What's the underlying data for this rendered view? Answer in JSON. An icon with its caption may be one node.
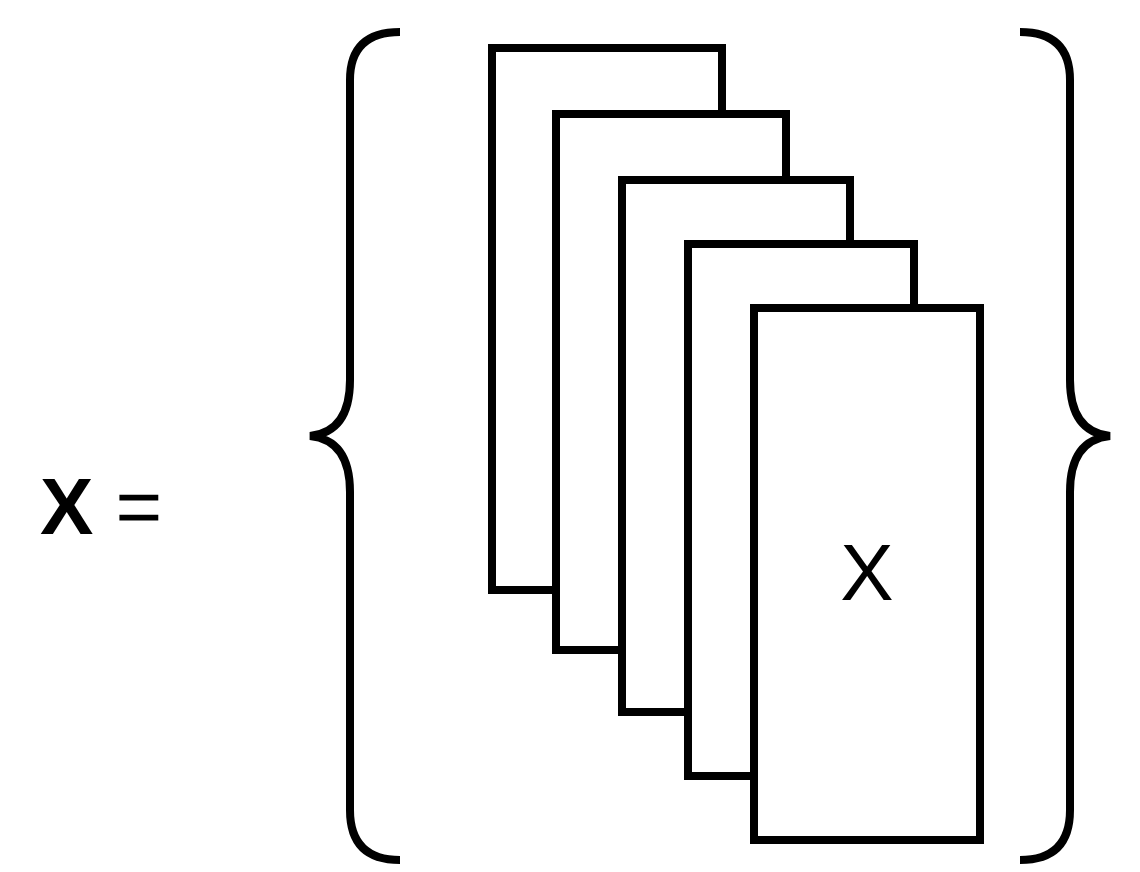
{
  "diagram": {
    "nodes": [
      {
        "text": [],
        "shape": "box"
      },
      {
        "text": [],
        "shape": "box"
      },
      {
        "text": [],
        "shape": "box"
      },
      {
        "text": [],
        "shape": "box"
      },
      {
        "text": [
          "X"
        ]
      }
    ],
    "labels": [
      "**X** ="
    ]
  }
}
